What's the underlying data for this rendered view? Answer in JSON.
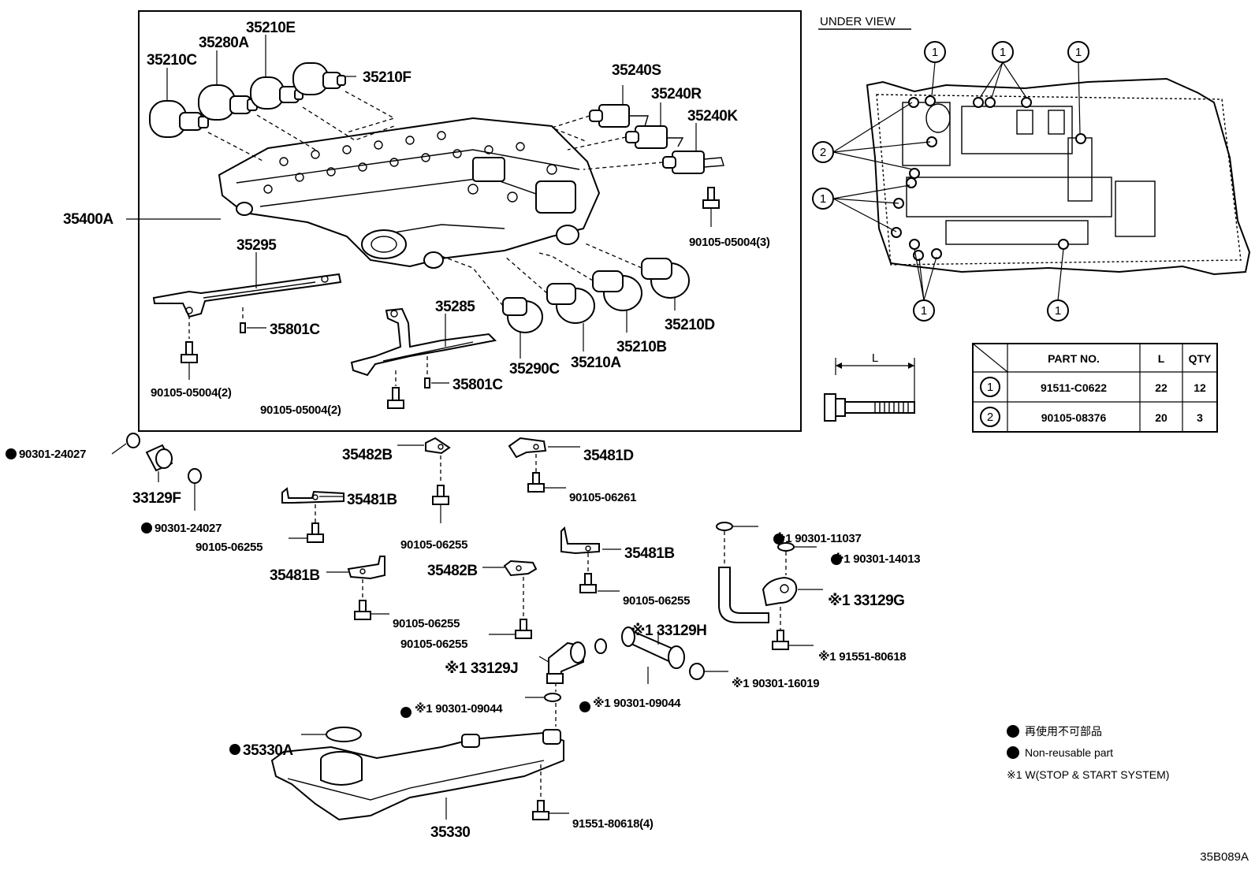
{
  "parts": {
    "p35210C": "35210C",
    "p35280A": "35280A",
    "p35210E": "35210E",
    "p35210F": "35210F",
    "p35240S": "35240S",
    "p35240R": "35240R",
    "p35240K": "35240K",
    "p35400A": "35400A",
    "p35295": "35295",
    "p35801C_1": "35801C",
    "p35801C_2": "35801C",
    "p35285": "35285",
    "p35290C": "35290C",
    "p35210A": "35210A",
    "p35210B": "35210B",
    "p35210D": "35210D",
    "p90105_05004_3": "90105-05004(3)",
    "p90105_05004_2a": "90105-05004(2)",
    "p90105_05004_2b": "90105-05004(2)",
    "p90301_24027_a": "90301-24027",
    "p90301_24027_b": "90301-24027",
    "p33129F": "33129F",
    "p35482B_1": "35482B",
    "p35481D": "35481D",
    "p90105_06261": "90105-06261",
    "p35481B_1": "35481B",
    "p90105_06255_1": "90105-06255",
    "p90105_06255_2": "90105-06255",
    "p35481B_2": "35481B",
    "p90105_06255_3": "90105-06255",
    "p35482B_2": "35482B",
    "p90105_06255_4": "90105-06255",
    "p35481B_3": "35481B",
    "p90105_06255_5": "90105-06255",
    "p90301_11037": "※1 90301-11037",
    "p90301_14013": "※1 90301-14013",
    "p33129G": "※1 33129G",
    "p33129H": "※1 33129H",
    "p91551_80618": "※1 91551-80618",
    "p33129J": "※1 33129J",
    "p90301_16019": "※1 90301-16019",
    "p90301_09044_a": "※1 90301-09044",
    "p90301_09044_b": "※1 90301-09044",
    "p35330A": "35330A",
    "p35330": "35330",
    "p91551_80618_4": "91551-80618(4)"
  },
  "under_view": {
    "title": "UNDER VIEW",
    "callout_1": "1",
    "callout_2": "2"
  },
  "dimension": {
    "label": "L"
  },
  "table": {
    "headers": [
      "PART NO.",
      "L",
      "QTY"
    ],
    "rows": [
      {
        "ref": "1",
        "part_no": "91511-C0622",
        "l": "22",
        "qty": "12"
      },
      {
        "ref": "2",
        "part_no": "90105-08376",
        "l": "20",
        "qty": "3"
      }
    ]
  },
  "legend": {
    "jp": "再使用不可部品",
    "en": "Non-reusable part",
    "note": "※1 W(STOP & START SYSTEM)"
  },
  "figure_id": "35B089A"
}
